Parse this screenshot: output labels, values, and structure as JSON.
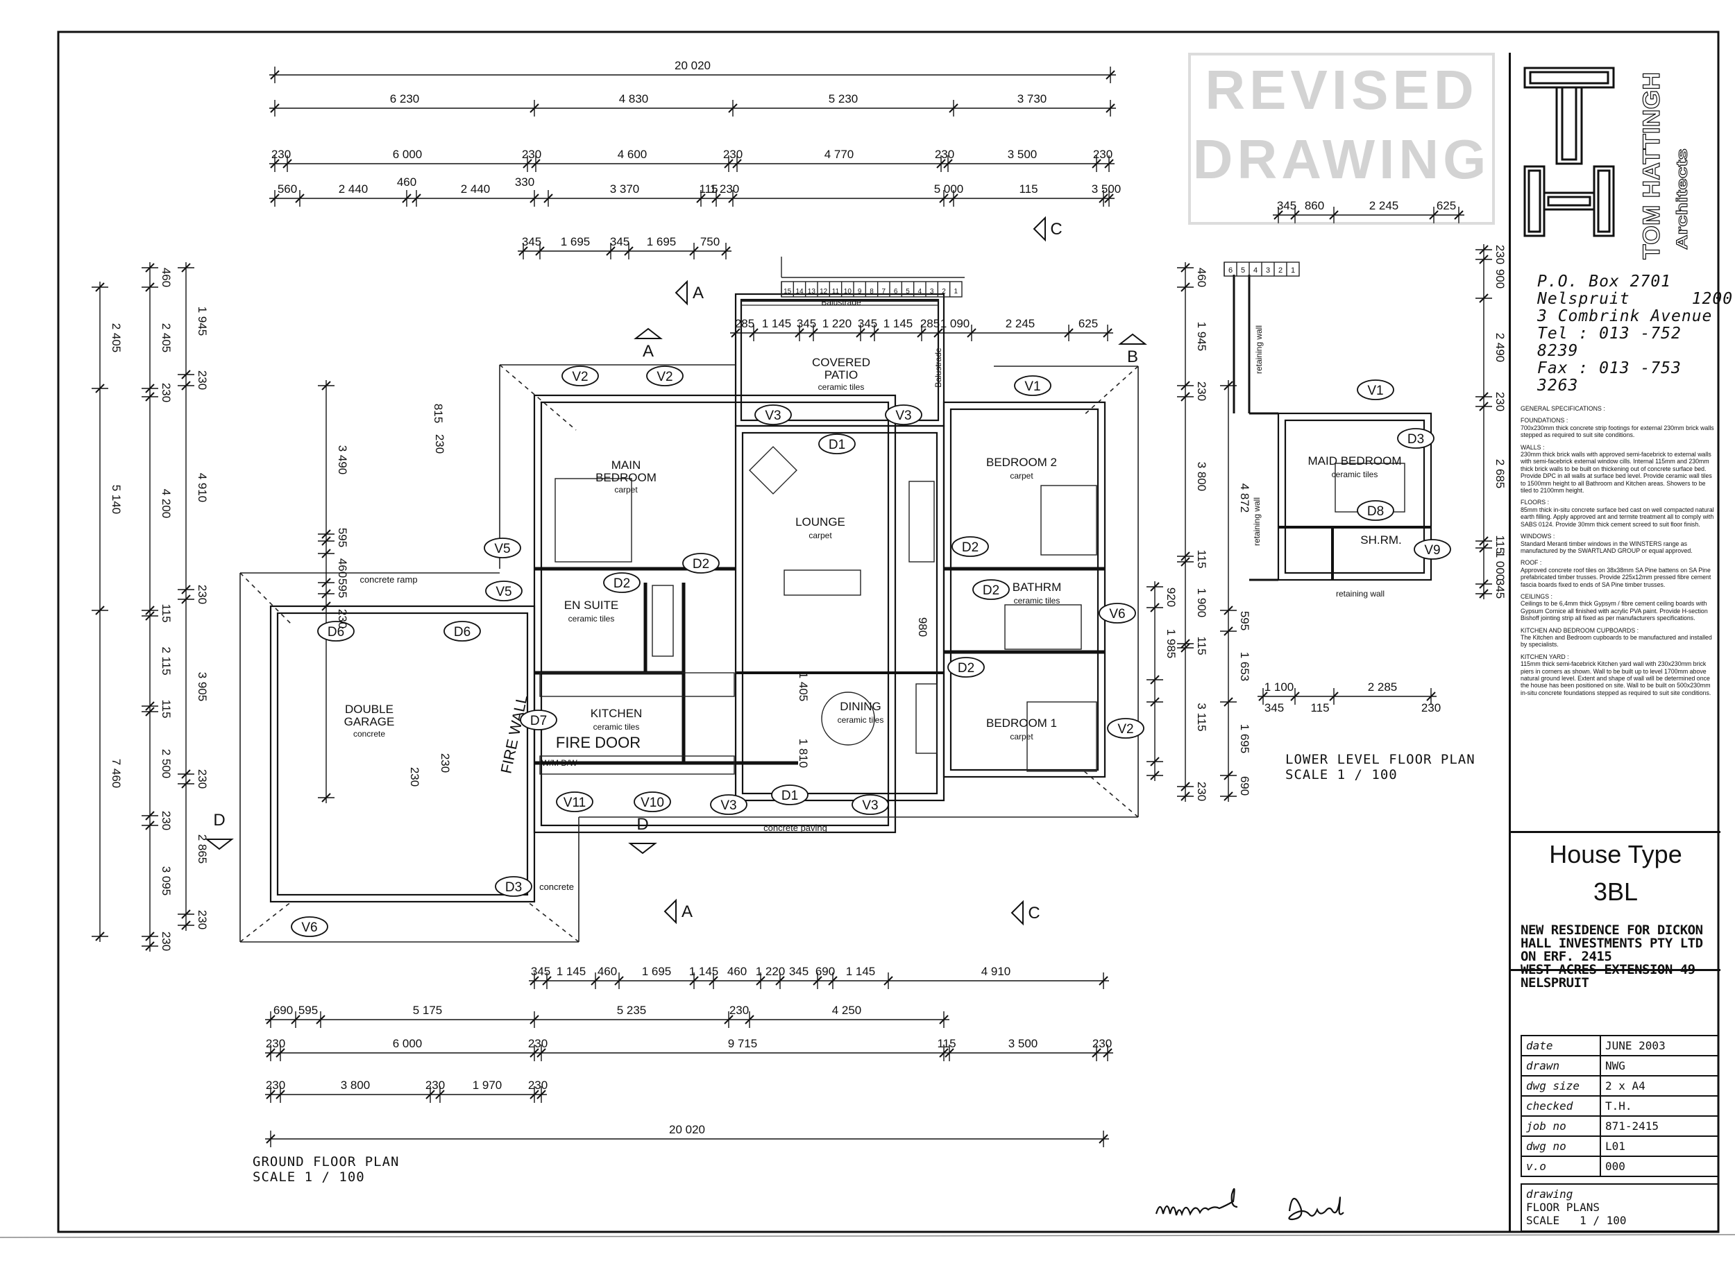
{
  "sheet": {
    "firm_name": "TOM HATTINGH",
    "firm_sub": "Architects",
    "logo_letters": "TH",
    "contact": [
      "P.O. Box 2701",
      "Nelspruit      1200",
      "3 Combrink Avenue",
      "Tel : 013 -752 8239",
      "Fax : 013 -753 3263"
    ],
    "stamp_text": [
      "REVISED",
      "DRAWING"
    ],
    "house_type_line1": "House Type",
    "house_type_line2": "3BL",
    "project_lines": [
      "NEW RESIDENCE FOR DICKON",
      "HALL INVESTMENTS PTY LTD",
      "ON ERF. 2415",
      "WEST ACRES EXTENSION 49",
      "NELSPRUIT"
    ],
    "info_rows": [
      {
        "k": "date",
        "v": "JUNE 2003"
      },
      {
        "k": "drawn",
        "v": "NWG"
      },
      {
        "k": "dwg size",
        "v": "2 x A4"
      },
      {
        "k": "checked",
        "v": "T.H."
      },
      {
        "k": "job no",
        "v": "871-2415"
      },
      {
        "k": "dwg no",
        "v": "L01"
      },
      {
        "k": "v.o",
        "v": "000"
      }
    ],
    "drawing_lines": [
      "drawing",
      "FLOOR PLANS",
      "SCALE   1 / 100"
    ]
  },
  "specs": [
    {
      "h": "GENERAL SPECIFICATIONS :",
      "t": ""
    },
    {
      "h": "FOUNDATIONS :",
      "t": "700x230mm thick concrete strip footings for external 230mm brick walls stepped as required to suit site conditions."
    },
    {
      "h": "WALLS :",
      "t": "230mm thick brick walls with approved semi-facebrick to external walls with semi-facebrick external window cills. Internal 115mm and 230mm thick brick walls to be built on thickening out of concrete surface bed. Provide DPC in all walls at surface bed level. Provide ceramic wall tiles to 1500mm height to all Bathroom and Kitchen areas. Showers to be tiled to 2100mm height."
    },
    {
      "h": "FLOORS :",
      "t": "85mm thick in-situ concrete surface bed cast on well compacted natural earth filling. Apply approved ant and termite treatment all to comply with SABS 0124. Provide 30mm thick cement screed to suit floor finish."
    },
    {
      "h": "WINDOWS :",
      "t": "Standard Meranti timber windows in the WINSTERS range as manufactured by the SWARTLAND GROUP or equal approved."
    },
    {
      "h": "ROOF :",
      "t": "Approved concrete roof tiles on 38x38mm SA Pine battens on SA Pine prefabricated timber trusses. Provide 225x12mm pressed fibre cement fascia boards fixed to ends of SA Pine timber trusses."
    },
    {
      "h": "CEILINGS :",
      "t": "Ceilings to be 6,4mm thick Gypsym / fibre cement ceiling boards with Gypsum Cornice all finished with acrylic PVA paint. Provide H-section Bishoff jointing strip all fixed as per manufacturers specifications."
    },
    {
      "h": "KITCHEN AND BEDROOM CUPBOARDS :",
      "t": "The Kitchen and Bedroom cupboards to be manufactured and installed by specialists."
    },
    {
      "h": "KITCHEN YARD :",
      "t": "115mm thick semi-facebrick Kitchen yard wall with 230x230mm brick piers in corners as shown. Wall to be built up to level 1700mm above natural ground level. Extent and shape of wall will be determined once the house has been positioned on site. Wall to be built on 500x230mm in-situ concrete foundations stepped as required to suit site conditions."
    }
  ],
  "plans": {
    "ground_title": "GROUND FLOOR PLAN",
    "ground_scale": "SCALE   1 / 100",
    "lower_title": "LOWER LEVEL FLOOR PLAN",
    "lower_scale": "SCALE   1 / 100"
  },
  "rooms": [
    {
      "id": "main",
      "name": "MAIN",
      "name2": "BEDROOM",
      "finish": "carpet"
    },
    {
      "id": "patio",
      "name": "COVERED",
      "name2": "PATIO",
      "finish": "ceramic tiles"
    },
    {
      "id": "lounge",
      "name": "LOUNGE",
      "name2": "",
      "finish": "carpet"
    },
    {
      "id": "bed2",
      "name": "BEDROOM 2",
      "name2": "",
      "finish": "carpet"
    },
    {
      "id": "ensuite",
      "name": "EN SUITE",
      "name2": "",
      "finish": "ceramic tiles"
    },
    {
      "id": "bathrm",
      "name": "BATHRM",
      "name2": "",
      "finish": "ceramic tiles"
    },
    {
      "id": "garage",
      "name": "DOUBLE",
      "name2": "GARAGE",
      "finish": "concrete"
    },
    {
      "id": "kitchen",
      "name": "KITCHEN",
      "name2": "",
      "finish": "ceramic tiles"
    },
    {
      "id": "dining",
      "name": "DINING",
      "name2": "",
      "finish": "ceramic tiles"
    },
    {
      "id": "bed1",
      "name": "BEDROOM 1",
      "name2": "",
      "finish": "carpet"
    },
    {
      "id": "maid",
      "name": "MAID BEDROOM",
      "name2": "",
      "finish": "ceramic tiles"
    },
    {
      "id": "shrm",
      "name": "SH.RM.",
      "name2": "",
      "finish": ""
    }
  ],
  "notes": {
    "balustrade": "Balustrade",
    "balustrade_v": "Balustrade",
    "concrete_ramp": "concrete ramp",
    "concrete_paving": "concrete paving",
    "concrete_garage": "concrete",
    "fire_wall": "FIRE WALL",
    "fire_door": "FIRE DOOR",
    "wm_dw": "W/M  D/W",
    "retaining_wall": "retaining wall",
    "retaining_wall_v": "retaining wall"
  },
  "openings": [
    {
      "label": "V2"
    },
    {
      "label": "V2"
    },
    {
      "label": "V1"
    },
    {
      "label": "V3"
    },
    {
      "label": "V3"
    },
    {
      "label": "D1"
    },
    {
      "label": "V5"
    },
    {
      "label": "V5"
    },
    {
      "label": "D2"
    },
    {
      "label": "D2"
    },
    {
      "label": "D2"
    },
    {
      "label": "D2"
    },
    {
      "label": "D2"
    },
    {
      "label": "V6"
    },
    {
      "label": "D6"
    },
    {
      "label": "D6"
    },
    {
      "label": "D7"
    },
    {
      "label": "V2"
    },
    {
      "label": "V11"
    },
    {
      "label": "V10"
    },
    {
      "label": "V3"
    },
    {
      "label": "D1"
    },
    {
      "label": "V3"
    },
    {
      "label": "D3"
    },
    {
      "label": "V6"
    },
    {
      "label": "V1"
    },
    {
      "label": "D3"
    },
    {
      "label": "D8"
    },
    {
      "label": "V9"
    }
  ],
  "sections": [
    {
      "label": "A"
    },
    {
      "label": "A"
    },
    {
      "label": "C"
    },
    {
      "label": "C"
    },
    {
      "label": "A"
    },
    {
      "label": "B"
    },
    {
      "label": "D"
    },
    {
      "label": "D"
    }
  ],
  "stairs": {
    "main": [
      "15",
      "14",
      "13",
      "12",
      "11",
      "10",
      "9",
      "8",
      "7",
      "6",
      "5",
      "4",
      "3",
      "2",
      "1"
    ],
    "lower": [
      "6",
      "5",
      "4",
      "3",
      "2",
      "1"
    ]
  },
  "dims_top": {
    "row1": [
      "20 020"
    ],
    "row2": [
      "6 230",
      "4 830",
      "5 230",
      "3 730"
    ],
    "row3": [
      "230",
      "6 000",
      "230",
      "4 600",
      "230",
      "4 770",
      "230",
      "3 500",
      "230"
    ],
    "row3b": [
      "460",
      "330"
    ],
    "row4": [
      "560",
      "2 440",
      "2 440",
      "3 370",
      "115",
      "1 230",
      "5 000",
      "115",
      "3 500",
      "230"
    ],
    "row5": [
      "345",
      "1 695",
      "345",
      "1 695",
      "750"
    ],
    "row6": [
      "285",
      "1 145",
      "345",
      "1 220",
      "345",
      "1 145",
      "285",
      "1 090",
      "2 245",
      "625"
    ],
    "lower": [
      "345",
      "860",
      "2 245",
      "625"
    ]
  },
  "dims_bottom": {
    "row1": [
      "345",
      "1 145",
      "460",
      "1 695",
      "1 145",
      "460",
      "1 220",
      "345",
      "690",
      "1 145",
      "4 910"
    ],
    "row2": [
      "690",
      "595",
      "5 175",
      "5 235",
      "230",
      "4 250"
    ],
    "row3": [
      "230",
      "6 000",
      "230",
      "9 715",
      "115",
      "3 500",
      "230"
    ],
    "row4": [
      "230",
      "3 800",
      "230",
      "1 970",
      "230"
    ],
    "row5": [
      "20 020"
    ],
    "lower": [
      "1 100",
      "2 285",
      "345",
      "115",
      "230"
    ]
  },
  "dims_left": {
    "outer": [
      "2 405",
      "5 140",
      "7 460"
    ],
    "mid": [
      "460",
      "2 405",
      "230",
      "4 200",
      "115",
      "2 115",
      "115",
      "2 500",
      "230",
      "3 095",
      "230"
    ],
    "inner": [
      "1 945",
      "230",
      "4 910",
      "230",
      "3 905",
      "230",
      "2 865",
      "230"
    ],
    "inner2": [
      "3 490",
      "595",
      "460",
      "595",
      "230",
      "815",
      "230",
      "230",
      "230"
    ]
  },
  "dims_right": {
    "a": [
      "460",
      "1 945",
      "230",
      "3 800",
      "115",
      "1 900",
      "115",
      "3 115",
      "230"
    ],
    "b": [
      "4 872",
      "595",
      "1 653",
      "1 695",
      "690"
    ],
    "c": [
      "920",
      "1 985",
      "1 405",
      "1 810",
      "980"
    ],
    "lower": [
      "230",
      "900",
      "2 490",
      "230",
      "2 685",
      "115",
      "1 000",
      "345"
    ]
  },
  "signature": [
    "signature",
    "signature"
  ]
}
